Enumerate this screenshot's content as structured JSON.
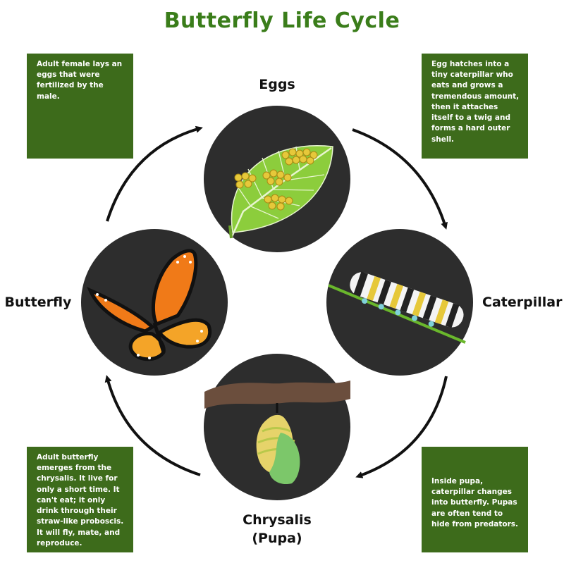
{
  "title": "Butterfly Life Cycle",
  "stages": {
    "eggs": "Eggs",
    "caterpillar": "Caterpillar",
    "chrysalis": "Chrysalis",
    "chrysalis_sub": "(Pupa)",
    "butterfly": "Butterfly"
  },
  "notes": {
    "eggs": "Adult female lays an eggs that were fertilized by the male.",
    "caterpillar": "Egg hatches into a tiny caterpillar who eats and grows a tremendous amount, then it attaches itself to a twig and forms a hard outer shell.",
    "chrysalis": "Inside pupa, caterpillar changes into butterfly. Pupas are often tend to hide from predators.",
    "butterfly": "Adult butterfly emerges from the chrysalis. It live for only a short time. It can't eat; it only drink through their straw-like proboscis. It will fly, mate, and reproduce."
  },
  "colors": {
    "title": "#3a7d1a",
    "note_bg": "#3d6b1b",
    "circle": "#2d2d2d",
    "leaf": "#8ccd3c",
    "egg": "#e6c83a",
    "wing_orange": "#f07a18",
    "chrysalis_green": "#7cc76a"
  }
}
